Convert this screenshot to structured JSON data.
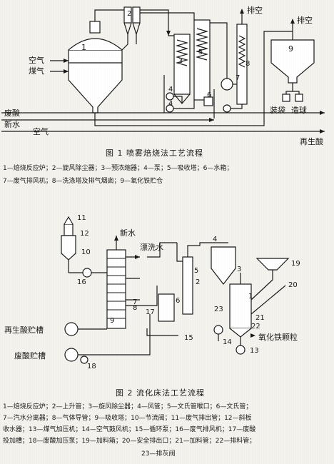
{
  "figure1": {
    "caption": "图 1   喷雾焙烧法工艺流程",
    "legend_line1": "1—焙烧反应炉；2—旋风除尘器；3—预浓缩器；4—泵；5—吸收塔；6—水箱；",
    "legend_line2": "7—废气排风机；8—洗涤塔及排气烟囱；9—氧化铁贮仓",
    "labels": {
      "air_coal_1": "空气",
      "air_coal_2": "煤气",
      "waste_acid": "废酸",
      "fresh_water": "新水",
      "air": "空气",
      "vent_a": "排空",
      "vent_b": "排空",
      "bagging": "装袋",
      "granulating": "造球",
      "regen_acid": "再生酸"
    },
    "numbers": [
      "1",
      "2",
      "3",
      "4",
      "4",
      "5",
      "6",
      "7",
      "8",
      "9"
    ]
  },
  "figure2": {
    "caption": "图 2   流化床法工艺流程",
    "legend_line1": "1—焙烧反应炉；2—上升管；3—旋风除尘器；4—风管；5—文氏管喉口；6—文氏管；",
    "legend_line2": "7—汽水分离器；8—气体导管；9—吸收塔；10—节流阀；11—废气排出管；12—斜板",
    "legend_line3": "收水器；13—煤气加压机；14—空气鼓风机；15—循环泵；16—废气排风机；17—废酸",
    "legend_line4": "投加槽；18—废酸加压泵；19—加料箱；20—安全排出口；21—加料管；22—排料管；",
    "legend_line5": "23—排灰阀",
    "labels": {
      "fresh_water": "新水",
      "rinse_water": "漂洗水",
      "regen_tank": "再生酸贮槽",
      "waste_tank": "废酸贮槽",
      "iron_oxide": "氧化铁颗粒"
    },
    "numbers": [
      "1",
      "2",
      "3",
      "4",
      "5",
      "6",
      "7",
      "8",
      "9",
      "10",
      "11",
      "12",
      "13",
      "14",
      "15",
      "16",
      "17",
      "18",
      "19",
      "20",
      "21",
      "22",
      "23"
    ]
  }
}
